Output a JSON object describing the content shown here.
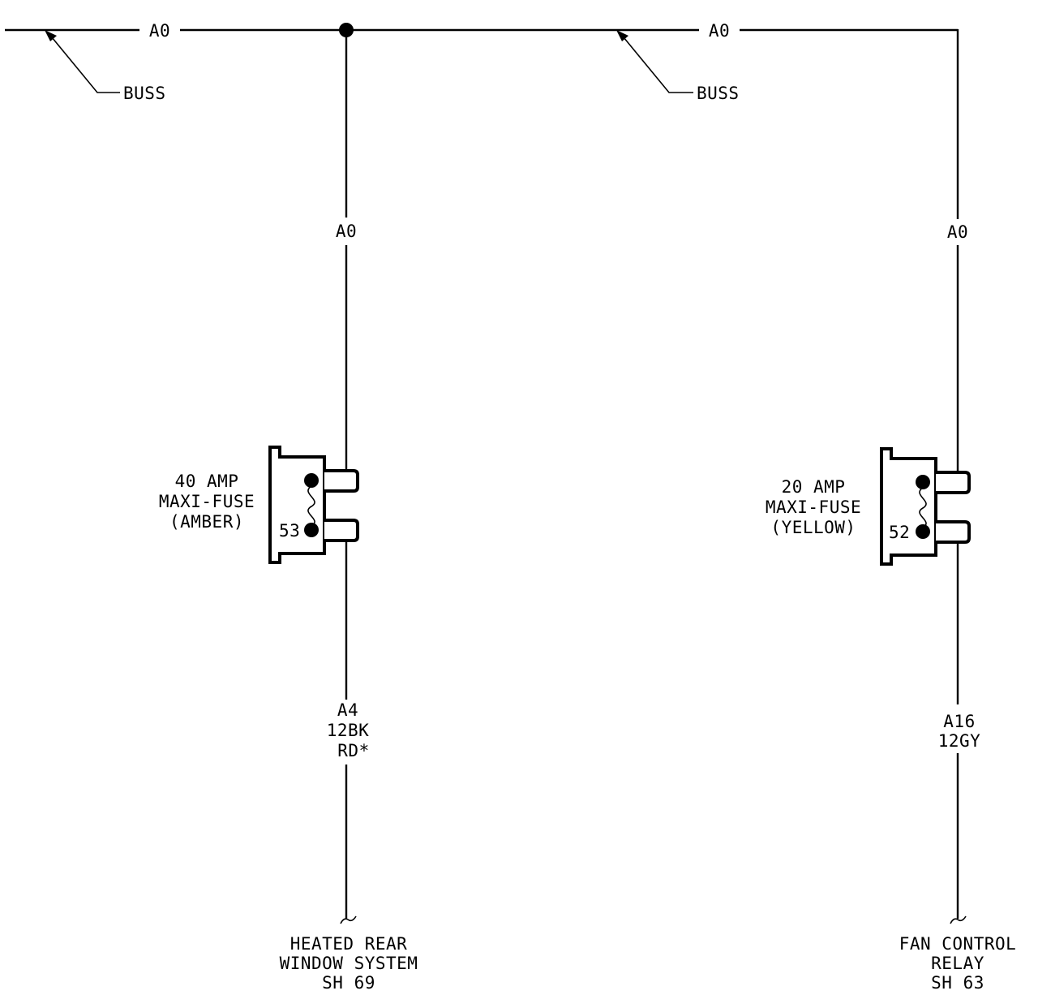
{
  "bus": {
    "wire_left": "A0",
    "wire_right": "A0",
    "buss_left": "BUSS",
    "buss_right": "BUSS"
  },
  "left_branch": {
    "wire_top": "A0",
    "fuse": {
      "line1": "40 AMP",
      "line2": "MAXI-FUSE",
      "line3": "(AMBER)",
      "cavity": "53"
    },
    "wire_bottom": {
      "line1": "A4",
      "line2": "12BK",
      "line3": "RD*"
    },
    "destination": {
      "line1": "HEATED REAR",
      "line2": "WINDOW SYSTEM",
      "line3": "SH 69"
    }
  },
  "right_branch": {
    "wire_top": "A0",
    "fuse": {
      "line1": "20 AMP",
      "line2": "MAXI-FUSE",
      "line3": "(YELLOW)",
      "cavity": "52"
    },
    "wire_bottom": {
      "line1": "A16",
      "line2": "12GY"
    },
    "destination": {
      "line1": "FAN CONTROL",
      "line2": "RELAY",
      "line3": "SH 63"
    }
  }
}
